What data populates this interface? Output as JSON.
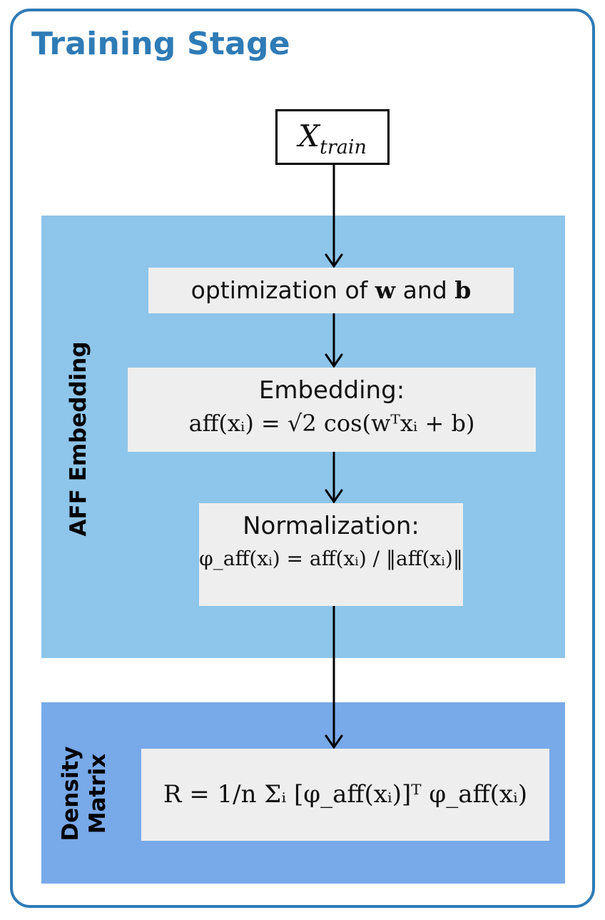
{
  "diagram": {
    "title": "Training Stage",
    "input_node": {
      "base": "X",
      "subscript": "train"
    },
    "sections": {
      "aff_embedding": {
        "label": "AFF Embedding"
      },
      "density_matrix": {
        "label_line1": "Density",
        "label_line2": "Matrix"
      }
    },
    "nodes": {
      "optimization": {
        "text_before": "optimization of ",
        "w": "w",
        "and": " and ",
        "b": "b"
      },
      "embedding": {
        "title": "Embedding:",
        "formula": "aff(xᵢ) = √2 cos(wᵀxᵢ + b)"
      },
      "normalization": {
        "title": "Normalization:",
        "formula": "φ_aff(xᵢ) = aff(xᵢ) / ‖aff(xᵢ)‖"
      },
      "density": {
        "formula": "R = 1/n Σᵢ [φ_aff(xᵢ)]ᵀ φ_aff(xᵢ)"
      }
    },
    "colors": {
      "frame": "#2e7bb6",
      "aff_panel": "#8ec5ea",
      "density_panel": "#78a9e8",
      "node_fill": "#eeeeee"
    }
  }
}
